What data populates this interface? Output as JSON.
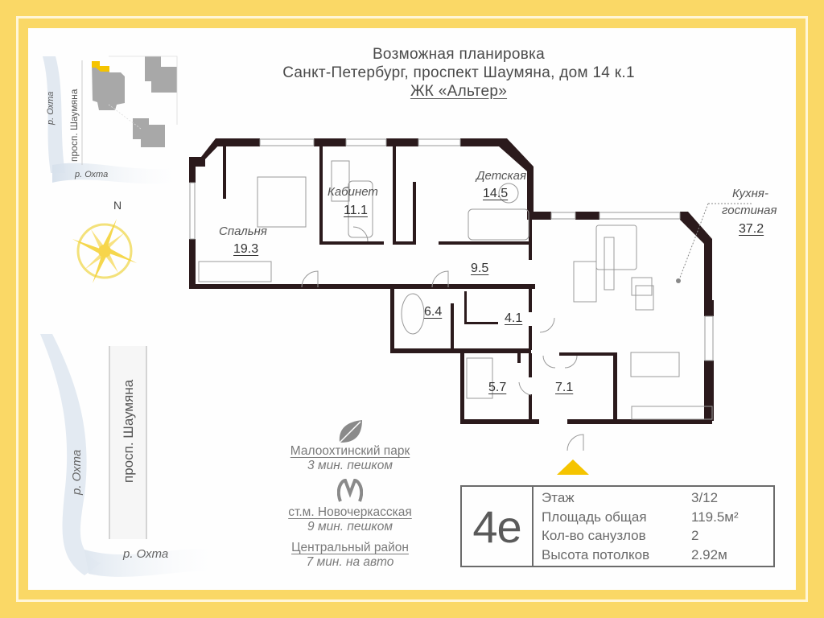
{
  "header": {
    "line1": "Возможная планировка",
    "line2": "Санкт-Петербург, проспект Шаумяна, дом 14 к.1",
    "complex": "ЖК «Альтер»"
  },
  "rooms": [
    {
      "name": "Спальня",
      "area": "19.3"
    },
    {
      "name": "Кабинет",
      "area": "11.1"
    },
    {
      "name": "Детская",
      "area": "14.5"
    },
    {
      "name": "Кухня-",
      "name2": "гостиная",
      "area": "37.2"
    },
    {
      "name": "",
      "area": "9.5"
    },
    {
      "name": "",
      "area": "6.4"
    },
    {
      "name": "",
      "area": "4.1"
    },
    {
      "name": "",
      "area": "5.7"
    },
    {
      "name": "",
      "area": "7.1"
    }
  ],
  "compass": {
    "north_label": "N",
    "icon": "compass-rose-icon",
    "color": "#f5d33a"
  },
  "mini_map": {
    "street": "просп. Шаумяна",
    "river_top": "р. Охта",
    "river_bottom": "р. Охта",
    "highlight_color": "#f5c400"
  },
  "big_map": {
    "street": "просп. Шаумяна",
    "river_left": "р. Охта",
    "river_bottom": "р. Охта"
  },
  "locations": [
    {
      "icon": "leaf-icon",
      "name": "Малоохтинский парк",
      "time": "3 мин. пешком"
    },
    {
      "icon": "metro-icon",
      "name": "ст.м. Новочеркасская",
      "time": "9 мин. пешком"
    },
    {
      "icon": "",
      "name": "Центральный район",
      "time": "7 мин. на авто"
    }
  ],
  "apartment_info": {
    "code": "4е",
    "rows": [
      {
        "label": "Этаж",
        "value": "3/12"
      },
      {
        "label": "Площадь общая",
        "value": "119.5м²"
      },
      {
        "label": "Кол-во санузлов",
        "value": "2"
      },
      {
        "label": "Высота потолков",
        "value": "2.92м"
      }
    ]
  },
  "entrance_marker": {
    "icon": "entrance-triangle-icon",
    "color": "#f5c400"
  },
  "colors": {
    "frame": "#fad866",
    "wall": "#2b1a1c",
    "text": "#4a4a4a"
  }
}
